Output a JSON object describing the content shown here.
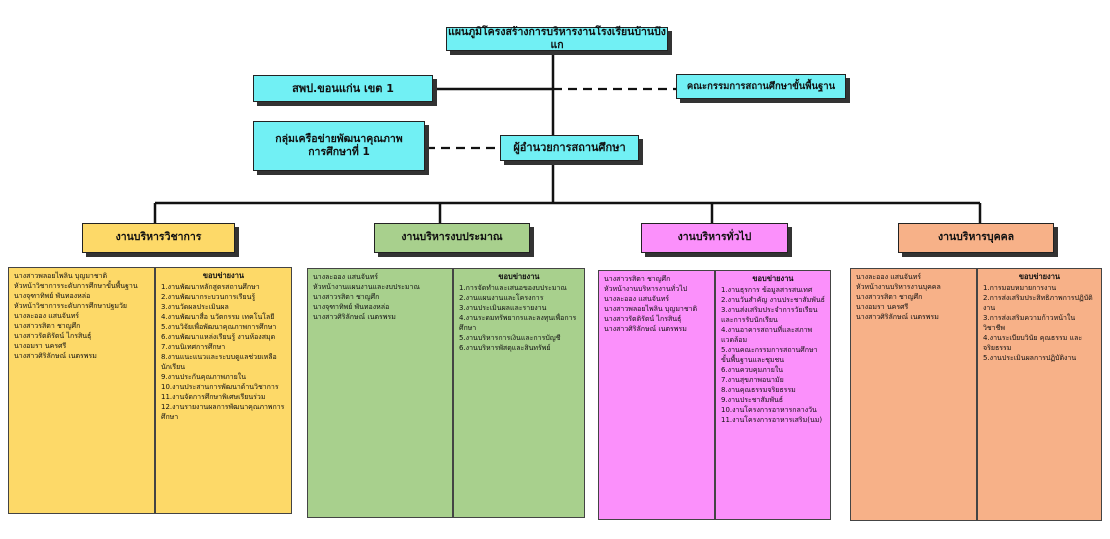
{
  "top": {
    "title": "แผนภูมิโครงสร้างการบริหารงานโรงเรียนบ้านบึงแก",
    "office": "สพป.ขอนแก่น เขต 1",
    "board": "คณะกรรมการสถานศึกษาขั้นพื้นฐาน",
    "network_line1": "กลุ่มเครือข่ายพัฒนาคุณภาพ",
    "network_line2": "การศึกษาที่ 1",
    "director": "ผู้อำนวยการสถานศึกษา"
  },
  "departments": [
    {
      "name": "งานบริหารวิชาการ",
      "color": "#fdd968",
      "people": [
        "นางสาวพลอยไพลิน บุญมาชาติ",
        "หัวหน้าวิชาการระดับการศึกษาขั้นพื้นฐาน",
        "นางจุฑาทิพย์ พันทองหล่อ",
        "หัวหน้าวิชาการระดับการศึกษาปฐมวัย",
        "นางละออง แสนจันทร์",
        "นางสาวรสิตา ชาญศึก",
        "นางสาวรัตติรัตน์ ไกรสินธุ์",
        "นางอมรา นครศรี",
        "นางสาวศิริลักษณ์ เนตรพรม"
      ],
      "scope_title": "ขอบข่ายงาน",
      "scope": [
        "1.งานพัฒนาหลักสูตรสถานศึกษา",
        "2.งานพัฒนากระบวนการเรียนรู้",
        "3.งานวัดผลประเมินผล",
        "4.งานพัฒนาสื่อ นวัตกรรม เทคโนโลยี",
        "5.งานวิจัยเพื่อพัฒนาคุณภาพการศึกษา",
        "6.งานพัฒนาแหล่งเรียนรู้ งานห้องสมุด",
        "7.งานนิเทศการศึกษา",
        "8.งานแนะแนวและระบบดูแลช่วยเหลือนักเรียน",
        "9.งานประกันคุณภาพภายใน",
        "10.งานประสานการพัฒนาด้านวิชาการ",
        "11.งานจัดการศึกษาพิเศษเรียนร่วม",
        "12.งานรายงานผลการพัฒนาคุณภาพการศึกษา"
      ]
    },
    {
      "name": "งานบริหารงบประมาณ",
      "color": "#a8d08d",
      "people": [
        "นางละออง แสนจันทร์",
        "หัวหน้างานแผนงานและงบประมาณ",
        "นางสาวรสิตา ชาญศึก",
        "นางจุฑาทิพย์ พันทองหล่อ",
        "นางสาวศิริลักษณ์ เนตรพรม"
      ],
      "scope_title": "ขอบข่ายงาน",
      "scope": [
        "1.การจัดทำและเสนอของบประมาณ",
        "2.งานแผนงานและโครงการ",
        "3.งานประเมินผลและรายงาน",
        "4.งานระดมทรัพยากรและลงทุนเพื่อการศึกษา",
        "5.งานบริหารการเงินและการบัญชี",
        "6.งานบริหารพัสดุและสินทรัพย์"
      ]
    },
    {
      "name": "งานบริหารทั่วไป",
      "color": "#fb90fb",
      "people": [
        "นางสาวรสิตา ชาญศึก",
        "หัวหน้างานบริหารงานทั่วไป",
        "นางละออง แสนจันทร์",
        "นางสาวพลอยไพลิน บุญมาชาติ",
        "นางสาวรัตติรัตน์ ไกรสินธุ์",
        "นางสาวศิริลักษณ์ เนตรพรม"
      ],
      "scope_title": "ขอบข่ายงาน",
      "scope": [
        "1.งานธุรการ ข้อมูลสารสนเทศ",
        "2.งานวันสำคัญ งานประชาสัมพันธ์",
        "3.งานส่งเสริมประจำการวัยเรียนและการรับนักเรียน",
        "4.งานอาคารสถานที่และสภาพแวดล้อม",
        "5.งานคณะกรรมการสถานศึกษาขั้นพื้นฐานและชุมชน",
        "6.งานควบคุมภายใน",
        "7.งานสุขภาพอนามัย",
        "8.งานคุณธรรมจริยธรรม",
        "9.งานประชาสัมพันธ์",
        "10.งานโครงการอาหารกลางวัน",
        "11.งานโครงการอาหารเสริม(นม)"
      ]
    },
    {
      "name": "งานบริหารบุคคล",
      "color": "#f7b188",
      "people": [
        "นางละออง แสนจันทร์",
        "หัวหน้างานบริหารงานบุคคล",
        "นางสาวรสิตา ชาญศึก",
        "นางอมรา นครศรี",
        "นางสาวศิริลักษณ์ เนตรพรม"
      ],
      "scope_title": "ขอบข่ายงาน",
      "scope": [
        "1.การมอบหมายการงาน",
        "2.การส่งเสริมประสิทธิภาพการปฏิบัติงาน",
        "3.การส่งเสริมความก้าวหน้าในวิชาชีพ",
        "4.งานระเบียบวินัย คุณธรรม และจริยธรรม",
        "5.งานประเมินผลการปฏิบัติงาน"
      ]
    }
  ]
}
